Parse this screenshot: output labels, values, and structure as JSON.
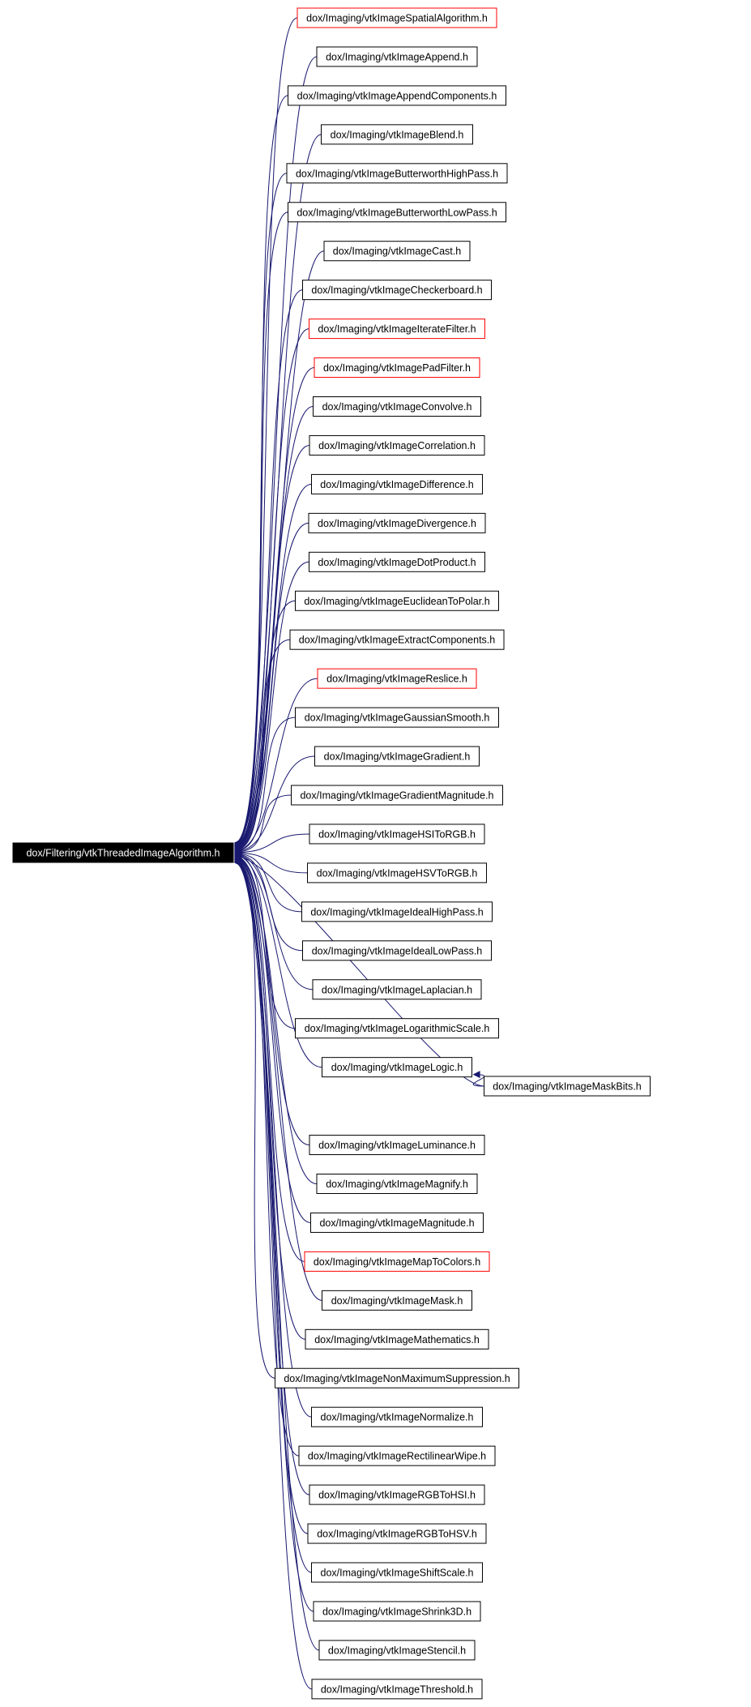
{
  "root": {
    "label": "dox/Filtering/vtkThreadedImageAlgorithm.h"
  },
  "colors": {
    "edge": "#191970",
    "root_fill": "#000000",
    "root_text": "#ffffff",
    "node_border": "#000000",
    "node_border_incomplete": "#ff0000",
    "node_fill": "#ffffff",
    "node_text": "#000000"
  },
  "nodes": [
    {
      "label": "dox/Imaging/vtkImageSpatialAlgorithm.h",
      "border": "red"
    },
    {
      "label": "dox/Imaging/vtkImageAppend.h",
      "border": "black"
    },
    {
      "label": "dox/Imaging/vtkImageAppendComponents.h",
      "border": "black"
    },
    {
      "label": "dox/Imaging/vtkImageBlend.h",
      "border": "black"
    },
    {
      "label": "dox/Imaging/vtkImageButterworthHighPass.h",
      "border": "black"
    },
    {
      "label": "dox/Imaging/vtkImageButterworthLowPass.h",
      "border": "black"
    },
    {
      "label": "dox/Imaging/vtkImageCast.h",
      "border": "black"
    },
    {
      "label": "dox/Imaging/vtkImageCheckerboard.h",
      "border": "black"
    },
    {
      "label": "dox/Imaging/vtkImageIterateFilter.h",
      "border": "red"
    },
    {
      "label": "dox/Imaging/vtkImagePadFilter.h",
      "border": "red"
    },
    {
      "label": "dox/Imaging/vtkImageConvolve.h",
      "border": "black"
    },
    {
      "label": "dox/Imaging/vtkImageCorrelation.h",
      "border": "black"
    },
    {
      "label": "dox/Imaging/vtkImageDifference.h",
      "border": "black"
    },
    {
      "label": "dox/Imaging/vtkImageDivergence.h",
      "border": "black"
    },
    {
      "label": "dox/Imaging/vtkImageDotProduct.h",
      "border": "black"
    },
    {
      "label": "dox/Imaging/vtkImageEuclideanToPolar.h",
      "border": "black"
    },
    {
      "label": "dox/Imaging/vtkImageExtractComponents.h",
      "border": "black"
    },
    {
      "label": "dox/Imaging/vtkImageReslice.h",
      "border": "red"
    },
    {
      "label": "dox/Imaging/vtkImageGaussianSmooth.h",
      "border": "black"
    },
    {
      "label": "dox/Imaging/vtkImageGradient.h",
      "border": "black"
    },
    {
      "label": "dox/Imaging/vtkImageGradientMagnitude.h",
      "border": "black"
    },
    {
      "label": "dox/Imaging/vtkImageHSIToRGB.h",
      "border": "black"
    },
    {
      "label": "dox/Imaging/vtkImageHSVToRGB.h",
      "border": "black"
    },
    {
      "label": "dox/Imaging/vtkImageIdealHighPass.h",
      "border": "black"
    },
    {
      "label": "dox/Imaging/vtkImageIdealLowPass.h",
      "border": "black"
    },
    {
      "label": "dox/Imaging/vtkImageLaplacian.h",
      "border": "black"
    },
    {
      "label": "dox/Imaging/vtkImageLogarithmicScale.h",
      "border": "black"
    },
    {
      "label": "dox/Imaging/vtkImageLogic.h",
      "border": "black"
    },
    {
      "label": "dox/Imaging/vtkImageMaskBits.h",
      "border": "black"
    },
    {
      "label": "dox/Imaging/vtkImageLuminance.h",
      "border": "black"
    },
    {
      "label": "dox/Imaging/vtkImageMagnify.h",
      "border": "black"
    },
    {
      "label": "dox/Imaging/vtkImageMagnitude.h",
      "border": "black"
    },
    {
      "label": "dox/Imaging/vtkImageMapToColors.h",
      "border": "red"
    },
    {
      "label": "dox/Imaging/vtkImageMask.h",
      "border": "black"
    },
    {
      "label": "dox/Imaging/vtkImageMathematics.h",
      "border": "black"
    },
    {
      "label": "dox/Imaging/vtkImageNonMaximumSuppression.h",
      "border": "black"
    },
    {
      "label": "dox/Imaging/vtkImageNormalize.h",
      "border": "black"
    },
    {
      "label": "dox/Imaging/vtkImageRectilinearWipe.h",
      "border": "black"
    },
    {
      "label": "dox/Imaging/vtkImageRGBToHSI.h",
      "border": "black"
    },
    {
      "label": "dox/Imaging/vtkImageRGBToHSV.h",
      "border": "black"
    },
    {
      "label": "dox/Imaging/vtkImageShiftScale.h",
      "border": "black"
    },
    {
      "label": "dox/Imaging/vtkImageShrink3D.h",
      "border": "black"
    },
    {
      "label": "dox/Imaging/vtkImageStencil.h",
      "border": "black"
    },
    {
      "label": "dox/Imaging/vtkImageThreshold.h",
      "border": "black"
    }
  ],
  "edges": [
    {
      "from": "dox/Imaging/vtkImageSpatialAlgorithm.h",
      "to": "dox/Filtering/vtkThreadedImageAlgorithm.h"
    },
    {
      "from": "dox/Imaging/vtkImageAppend.h",
      "to": "dox/Filtering/vtkThreadedImageAlgorithm.h"
    },
    {
      "from": "dox/Imaging/vtkImageAppendComponents.h",
      "to": "dox/Filtering/vtkThreadedImageAlgorithm.h"
    },
    {
      "from": "dox/Imaging/vtkImageBlend.h",
      "to": "dox/Filtering/vtkThreadedImageAlgorithm.h"
    },
    {
      "from": "dox/Imaging/vtkImageButterworthHighPass.h",
      "to": "dox/Filtering/vtkThreadedImageAlgorithm.h"
    },
    {
      "from": "dox/Imaging/vtkImageButterworthLowPass.h",
      "to": "dox/Filtering/vtkThreadedImageAlgorithm.h"
    },
    {
      "from": "dox/Imaging/vtkImageCast.h",
      "to": "dox/Filtering/vtkThreadedImageAlgorithm.h"
    },
    {
      "from": "dox/Imaging/vtkImageCheckerboard.h",
      "to": "dox/Filtering/vtkThreadedImageAlgorithm.h"
    },
    {
      "from": "dox/Imaging/vtkImageIterateFilter.h",
      "to": "dox/Filtering/vtkThreadedImageAlgorithm.h"
    },
    {
      "from": "dox/Imaging/vtkImagePadFilter.h",
      "to": "dox/Filtering/vtkThreadedImageAlgorithm.h"
    },
    {
      "from": "dox/Imaging/vtkImageConvolve.h",
      "to": "dox/Filtering/vtkThreadedImageAlgorithm.h"
    },
    {
      "from": "dox/Imaging/vtkImageCorrelation.h",
      "to": "dox/Filtering/vtkThreadedImageAlgorithm.h"
    },
    {
      "from": "dox/Imaging/vtkImageDifference.h",
      "to": "dox/Filtering/vtkThreadedImageAlgorithm.h"
    },
    {
      "from": "dox/Imaging/vtkImageDivergence.h",
      "to": "dox/Filtering/vtkThreadedImageAlgorithm.h"
    },
    {
      "from": "dox/Imaging/vtkImageDotProduct.h",
      "to": "dox/Filtering/vtkThreadedImageAlgorithm.h"
    },
    {
      "from": "dox/Imaging/vtkImageEuclideanToPolar.h",
      "to": "dox/Filtering/vtkThreadedImageAlgorithm.h"
    },
    {
      "from": "dox/Imaging/vtkImageExtractComponents.h",
      "to": "dox/Filtering/vtkThreadedImageAlgorithm.h"
    },
    {
      "from": "dox/Imaging/vtkImageReslice.h",
      "to": "dox/Filtering/vtkThreadedImageAlgorithm.h"
    },
    {
      "from": "dox/Imaging/vtkImageGaussianSmooth.h",
      "to": "dox/Filtering/vtkThreadedImageAlgorithm.h"
    },
    {
      "from": "dox/Imaging/vtkImageGradient.h",
      "to": "dox/Filtering/vtkThreadedImageAlgorithm.h"
    },
    {
      "from": "dox/Imaging/vtkImageGradientMagnitude.h",
      "to": "dox/Filtering/vtkThreadedImageAlgorithm.h"
    },
    {
      "from": "dox/Imaging/vtkImageHSIToRGB.h",
      "to": "dox/Filtering/vtkThreadedImageAlgorithm.h"
    },
    {
      "from": "dox/Imaging/vtkImageHSVToRGB.h",
      "to": "dox/Filtering/vtkThreadedImageAlgorithm.h"
    },
    {
      "from": "dox/Imaging/vtkImageIdealHighPass.h",
      "to": "dox/Filtering/vtkThreadedImageAlgorithm.h"
    },
    {
      "from": "dox/Imaging/vtkImageIdealLowPass.h",
      "to": "dox/Filtering/vtkThreadedImageAlgorithm.h"
    },
    {
      "from": "dox/Imaging/vtkImageLaplacian.h",
      "to": "dox/Filtering/vtkThreadedImageAlgorithm.h"
    },
    {
      "from": "dox/Imaging/vtkImageLogarithmicScale.h",
      "to": "dox/Filtering/vtkThreadedImageAlgorithm.h"
    },
    {
      "from": "dox/Imaging/vtkImageLogic.h",
      "to": "dox/Filtering/vtkThreadedImageAlgorithm.h"
    },
    {
      "from": "dox/Imaging/vtkImageMaskBits.h",
      "to": "dox/Filtering/vtkThreadedImageAlgorithm.h"
    },
    {
      "from": "dox/Imaging/vtkImageMaskBits.h",
      "to": "dox/Imaging/vtkImageLogic.h"
    },
    {
      "from": "dox/Imaging/vtkImageLuminance.h",
      "to": "dox/Filtering/vtkThreadedImageAlgorithm.h"
    },
    {
      "from": "dox/Imaging/vtkImageMagnify.h",
      "to": "dox/Filtering/vtkThreadedImageAlgorithm.h"
    },
    {
      "from": "dox/Imaging/vtkImageMagnitude.h",
      "to": "dox/Filtering/vtkThreadedImageAlgorithm.h"
    },
    {
      "from": "dox/Imaging/vtkImageMapToColors.h",
      "to": "dox/Filtering/vtkThreadedImageAlgorithm.h"
    },
    {
      "from": "dox/Imaging/vtkImageMask.h",
      "to": "dox/Filtering/vtkThreadedImageAlgorithm.h"
    },
    {
      "from": "dox/Imaging/vtkImageMathematics.h",
      "to": "dox/Filtering/vtkThreadedImageAlgorithm.h"
    },
    {
      "from": "dox/Imaging/vtkImageNonMaximumSuppression.h",
      "to": "dox/Filtering/vtkThreadedImageAlgorithm.h"
    },
    {
      "from": "dox/Imaging/vtkImageNormalize.h",
      "to": "dox/Filtering/vtkThreadedImageAlgorithm.h"
    },
    {
      "from": "dox/Imaging/vtkImageRectilinearWipe.h",
      "to": "dox/Filtering/vtkThreadedImageAlgorithm.h"
    },
    {
      "from": "dox/Imaging/vtkImageRGBToHSI.h",
      "to": "dox/Filtering/vtkThreadedImageAlgorithm.h"
    },
    {
      "from": "dox/Imaging/vtkImageRGBToHSV.h",
      "to": "dox/Filtering/vtkThreadedImageAlgorithm.h"
    },
    {
      "from": "dox/Imaging/vtkImageShiftScale.h",
      "to": "dox/Filtering/vtkThreadedImageAlgorithm.h"
    },
    {
      "from": "dox/Imaging/vtkImageShrink3D.h",
      "to": "dox/Filtering/vtkThreadedImageAlgorithm.h"
    },
    {
      "from": "dox/Imaging/vtkImageStencil.h",
      "to": "dox/Filtering/vtkThreadedImageAlgorithm.h"
    },
    {
      "from": "dox/Imaging/vtkImageThreshold.h",
      "to": "dox/Filtering/vtkThreadedImageAlgorithm.h"
    }
  ]
}
